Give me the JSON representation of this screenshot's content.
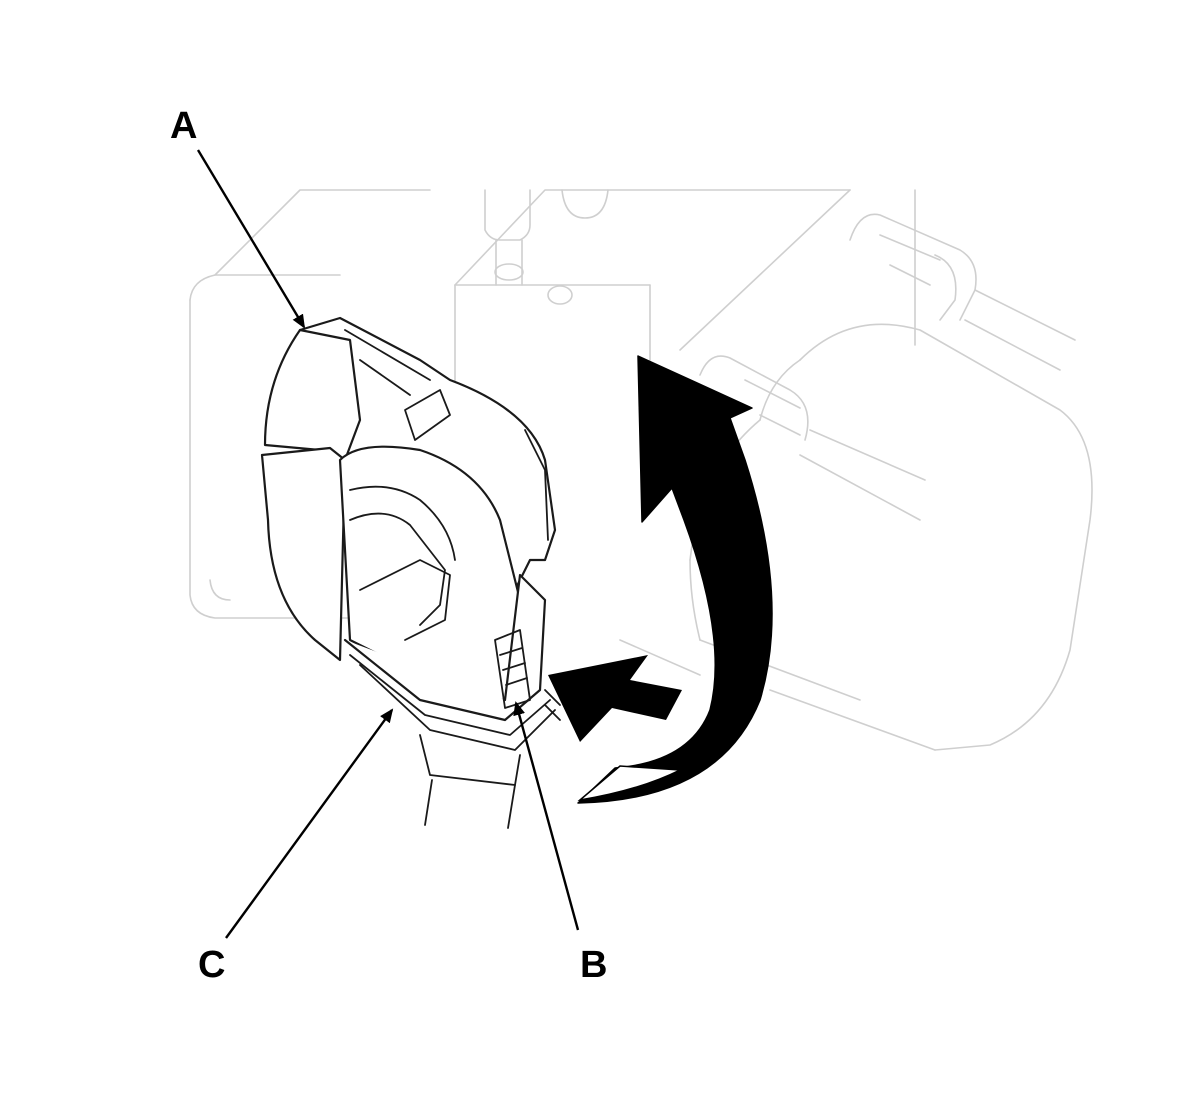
{
  "callouts": {
    "a": "A",
    "b": "B",
    "c": "C"
  },
  "colors": {
    "background": "#ffffff",
    "background_part_lines": "#cfcfcf",
    "foreground_lines": "#1a1a1a",
    "arrows": "#000000"
  }
}
